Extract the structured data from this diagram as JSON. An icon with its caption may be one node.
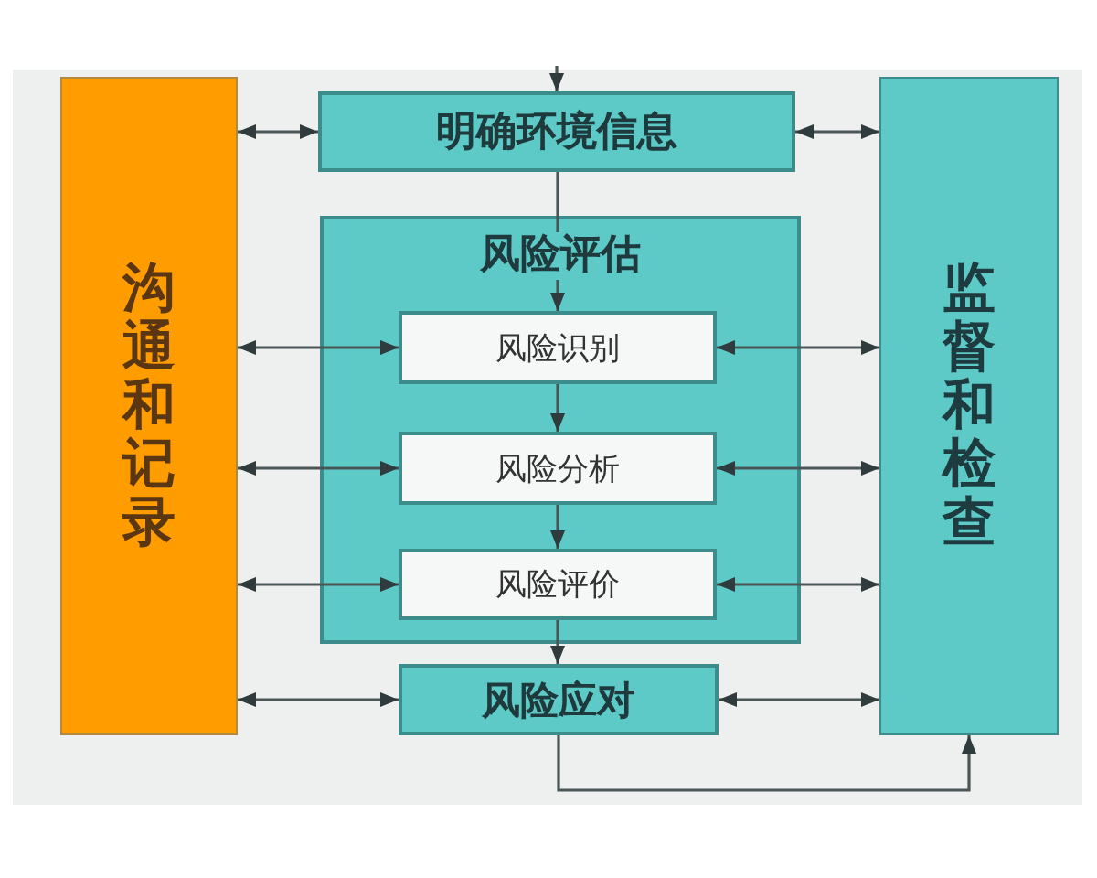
{
  "diagram": {
    "nodes": [
      {
        "text": [
          "沟通和记录"
        ]
      },
      {
        "text": [
          "明确环境信息"
        ]
      },
      {
        "text": [
          "风险评估"
        ]
      },
      {
        "text": [
          "风险识别"
        ],
        "in": 2
      },
      {
        "text": [
          "风险分析"
        ],
        "in": 2
      },
      {
        "text": [
          "风险评价"
        ],
        "in": 2
      },
      {
        "text": [
          "风险应对"
        ]
      },
      {
        "text": [
          "监督和检查"
        ]
      }
    ],
    "edges": [
      {
        "from": null,
        "to": 1,
        "arrow": "to"
      },
      {
        "from": 1,
        "to": 3,
        "arrow": "to"
      },
      {
        "from": 3,
        "to": 4,
        "arrow": "to"
      },
      {
        "from": 4,
        "to": 5,
        "arrow": "to"
      },
      {
        "from": 5,
        "to": 6,
        "arrow": "to"
      },
      {
        "from": 6,
        "to": 7,
        "arrow": "to"
      },
      {
        "from": 0,
        "to": 1,
        "arrow": "both"
      },
      {
        "from": 0,
        "to": 3,
        "arrow": "both"
      },
      {
        "from": 0,
        "to": 4,
        "arrow": "both"
      },
      {
        "from": 0,
        "to": 5,
        "arrow": "both"
      },
      {
        "from": 0,
        "to": 6,
        "arrow": "both"
      },
      {
        "from": 1,
        "to": 7,
        "arrow": "both"
      },
      {
        "from": 3,
        "to": 7,
        "arrow": "both"
      },
      {
        "from": 4,
        "to": 7,
        "arrow": "both"
      },
      {
        "from": 5,
        "to": 7,
        "arrow": "both"
      },
      {
        "from": 6,
        "to": 7,
        "arrow": "both"
      }
    ]
  }
}
